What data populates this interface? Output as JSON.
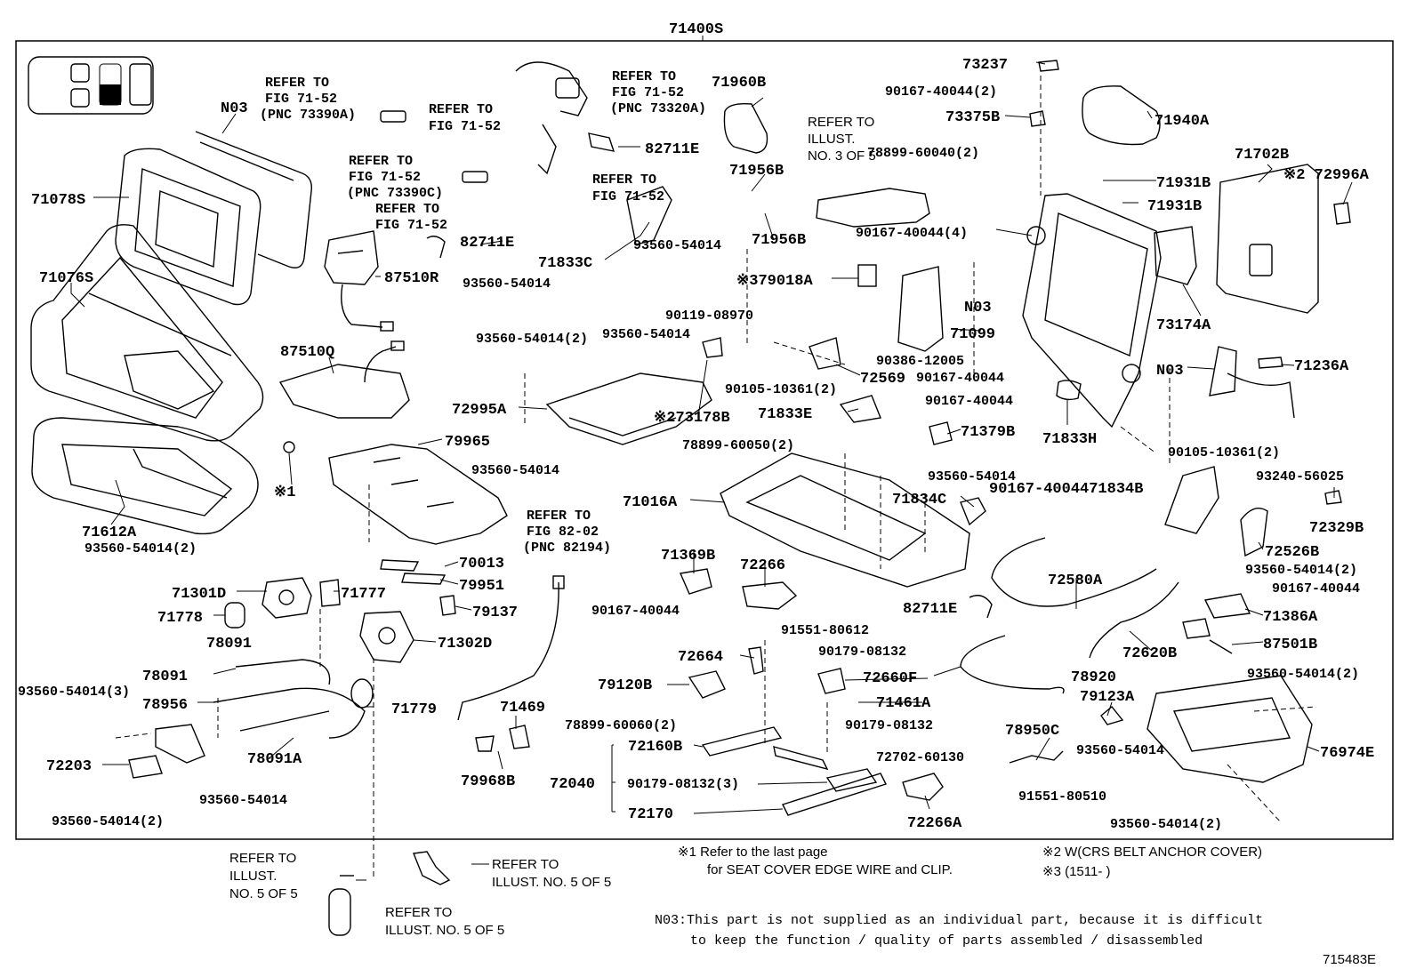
{
  "assembly_label": "71400S",
  "figure_code": "715483E",
  "labels": {
    "l71078S": "71078S",
    "l71076S": "71076S",
    "l71612A": "71612A",
    "lN03a": "N03",
    "l87510R": "87510R",
    "l87510Q": "87510Q",
    "l82711E_a": "82711E",
    "l82711E_b": "82711E",
    "l82711E_c": "82711E",
    "l71960B": "71960B",
    "l71956B_a": "71956B",
    "l71956B_b": "71956B",
    "l73237": "73237",
    "l73375B": "73375B",
    "l71940A": "71940A",
    "l71702B": "71702B",
    "l72996A": "※2 72996A",
    "l71931B_a": "71931B",
    "l71931B_b": "71931B",
    "l79018A": "※379018A",
    "l71833C": "71833C",
    "l71099": "71099",
    "lN03b": "N03",
    "l73174A": "73174A",
    "lN03c": "N03",
    "l71236A": "71236A",
    "l72995A": "72995A",
    "l73178B": "※273178B",
    "l79965": "79965",
    "l71833E": "71833E",
    "l71833H": "71833H",
    "l72569": "72569",
    "l71379B": "71379B",
    "l71016A": "71016A",
    "l71834C": "71834C",
    "l71834B": "90167-4004471834B",
    "l72329B": "72329B",
    "l72526B": "72526B",
    "l70013": "70013",
    "l79951": "79951",
    "l71369B": "71369B",
    "l72266": "72266",
    "l72580A": "72580A",
    "l71386A": "71386A",
    "l87501B": "87501B",
    "l72620B": "72620B",
    "l71301D": "71301D",
    "l71777": "71777",
    "l71778": "71778",
    "l79137": "79137",
    "l78091a": "78091",
    "l71302D": "71302D",
    "l78091b": "78091",
    "l78956": "78956",
    "l71779": "71779",
    "l71469": "71469",
    "l72664": "72664",
    "l72660F": "72660F",
    "l79120B": "79120B",
    "l71461A": "71461A",
    "l78920": "78920",
    "l79123A": "79123A",
    "l78950C": "78950C",
    "l76974E": "76974E",
    "l72203": "72203",
    "l78091A": "78091A",
    "l79968B": "79968B",
    "l72160B": "72160B",
    "l72040": "72040",
    "l72170": "72170",
    "l72266A": "72266A",
    "lstar1": "※1"
  },
  "small_labels": {
    "s90167_2": "90167-40044(2)",
    "s78899_40": "78899-60040(2)",
    "s90167_4": "90167-40044(4)",
    "s93560_a": "93560-54014",
    "s93560_b": "93560-54014",
    "s90119": "90119-08970",
    "s93560_2a": "93560-54014(2)",
    "s93560_c": "93560-54014",
    "s90386": "90386-12005",
    "s90105_2a": "90105-10361(2)",
    "s90167_a": "90167-40044",
    "s90167_b": "90167-40044",
    "s93560_d": "93560-54014",
    "s78899_50": "78899-60050(2)",
    "s93560_e": "93560-54014",
    "s90105_2b": "90105-10361(2)",
    "s93240": "93240-56025",
    "s93560_2b": "93560-54014(2)",
    "s93560_2c": "93560-54014(2)",
    "s90167_c": "90167-40044",
    "s90167_d": "90167-40044",
    "s91551_612": "91551-80612",
    "s90179_a": "90179-08132",
    "s93560_3": "93560-54014(3)",
    "s93560_2d": "93560-54014(2)",
    "s78899_60": "78899-60060(2)",
    "s90179_b": "90179-08132",
    "s72702": "72702-60130",
    "s93560_f": "93560-54014",
    "s93560_g": "93560-54014",
    "s90179_3": "90179-08132(3)",
    "s91551_510": "91551-80510",
    "s93560_2e": "93560-54014(2)",
    "s93560_2f": "93560-54014(2)"
  },
  "refs": {
    "r1": [
      "REFER TO",
      "FIG 71-52",
      "(PNC 73390A)"
    ],
    "r2": [
      "REFER TO",
      "FIG 71-52",
      "(PNC 73320A)"
    ],
    "r3": [
      "REFER TO",
      "FIG 71-52"
    ],
    "r4": [
      "REFER TO",
      "FIG 71-52",
      "(PNC 73390C)"
    ],
    "r5": [
      "REFER TO",
      "FIG 71-52"
    ],
    "r6": [
      "REFER TO",
      "FIG 71-52"
    ],
    "r7": [
      "REFER TO",
      "ILLUST.",
      "NO. 3 OF 5"
    ],
    "r8": [
      "REFER TO",
      "FIG 82-02",
      "(PNC 82194)"
    ],
    "r9": [
      "REFER TO",
      "ILLUST.",
      "NO. 5 OF 5"
    ],
    "r10": [
      "REFER TO",
      "ILLUST. NO. 5 OF 5"
    ],
    "r11": [
      "REFER TO",
      "ILLUST. NO. 5 OF 5"
    ]
  },
  "notes": {
    "n1a": "※1 Refer to the last page",
    "n1b": "for SEAT COVER EDGE WIRE and CLIP.",
    "n2": "※2 W(CRS BELT ANCHOR COVER)",
    "n3": "※3 (1511-      )",
    "n03a": "N03:This part is not supplied as an individual part, because it is difficult",
    "n03b": "to keep the function / quality of parts assembled / disassembled"
  }
}
